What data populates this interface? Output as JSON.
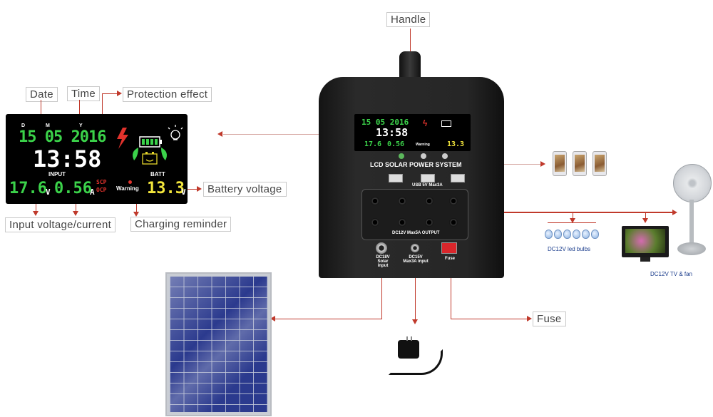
{
  "callouts": {
    "handle": "Handle",
    "date": "Date",
    "time": "Time",
    "protection": "Protection effect",
    "battery_voltage": "Battery voltage",
    "input_vc": "Input voltage/current",
    "charging": "Charging reminder",
    "fuse": "Fuse"
  },
  "lcd": {
    "d": "D",
    "m": "M",
    "y": "Y",
    "date": "15 05 2016",
    "time": "13:58",
    "input_label": "INPUT",
    "input_voltage": "17.6",
    "volt_unit": "V",
    "input_current": "0.56",
    "amp_unit": "A",
    "scp": "SCP",
    "ocp": "OCP",
    "warning": "Warning",
    "batt_label": "BATT",
    "batt_voltage": "13.3"
  },
  "device": {
    "brand": "LCD SOLAR POWER SYSTEM",
    "usb_label": "USB 5V Max3A",
    "dc_output": "DC12V Max5A OUTPUT",
    "solar_input": "DC18V Solar input",
    "ac_input": "DC15V Max3A input",
    "fuse": "Fuse"
  },
  "captions": {
    "bulbs": "DC12V led bulbs",
    "tv_fan": "DC12V TV & fan"
  },
  "colors": {
    "accent_line": "#c0392b",
    "lcd_green": "#3bd24a",
    "lcd_yellow": "#f3e63c",
    "lcd_red": "#e0322c"
  }
}
